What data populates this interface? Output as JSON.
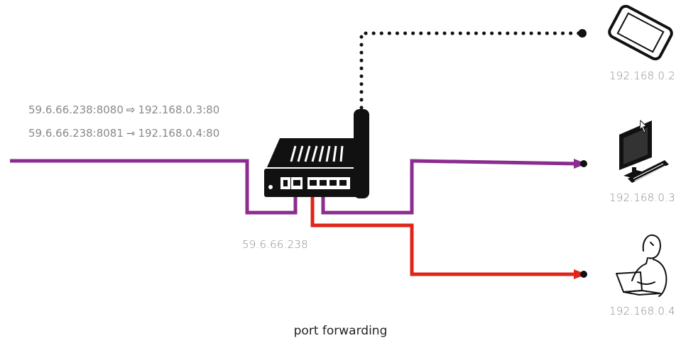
{
  "rules": [
    {
      "from": "59.6.66.238:8080",
      "arrow": "⇨",
      "to": "192.168.0.3:80"
    },
    {
      "from": "59.6.66.238:8081",
      "arrow": "⇾",
      "to": "192.168.0.4:80"
    }
  ],
  "wan_ip": "59.6.66.238",
  "devices": [
    {
      "icon": "smartphone-icon",
      "ip": "192.168.0.2"
    },
    {
      "icon": "desktop-computer-icon",
      "ip": "192.168.0.3"
    },
    {
      "icon": "person-laptop-icon",
      "ip": "192.168.0.4"
    }
  ],
  "router_icon": "wifi-router-icon",
  "caption": "port forwarding",
  "colors": {
    "purple": "#8b2c8f",
    "red": "#e02418",
    "black": "#111111",
    "label_gray": "#8a8a8a"
  }
}
